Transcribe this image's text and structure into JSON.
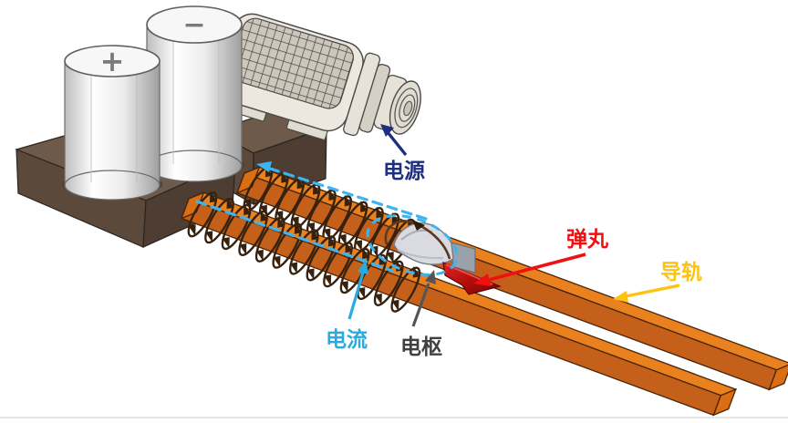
{
  "diagram": {
    "labels": {
      "power": {
        "text": "电源",
        "color": "#1e2f80"
      },
      "projectile": {
        "text": "弹丸",
        "color": "#f01010"
      },
      "rail": {
        "text": "导轨",
        "color": "#ffc20e"
      },
      "current": {
        "text": "电流",
        "color": "#29abe2"
      },
      "armature": {
        "text": "电枢",
        "color": "#404040"
      }
    },
    "battery": {
      "positive_symbol": "+",
      "negative_symbol": "−",
      "symbol_color": "#7a7a76"
    },
    "colors": {
      "rail_top": "#e8811e",
      "rail_side": "#c5601a",
      "rail_end": "#d96e12",
      "rail_outline": "#4a2408",
      "coil": "#38220f",
      "current_dash": "#3cb4f0",
      "base_top": "#6e5a4a",
      "base_front": "#5b493c",
      "base_side": "#4d3d32",
      "armature_body": "#d9dbe0",
      "armature_block": "#9aa1ab",
      "projectile_dark": "#7a0404",
      "projectile_bright": "#d81a1a",
      "motor_body": "#ece8df",
      "motor_grid": "#ccc7ba",
      "divider": "#d5d5d5"
    }
  }
}
